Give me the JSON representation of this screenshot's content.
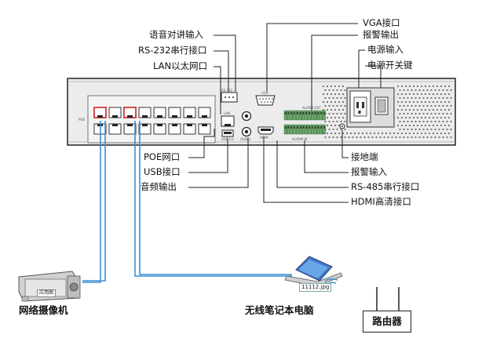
{
  "callouts": {
    "audio_talk_input": "语音对讲输入",
    "rs232": "RS-232串行接口",
    "lan": "LAN以太网口",
    "vga": "VGA接口",
    "alarm_out": "报警输出",
    "power_in": "电源输入",
    "power_switch": "电源开关键",
    "poe": "POE网口",
    "usb": "USB接口",
    "audio_out": "音频输出",
    "ground": "接地端",
    "alarm_in": "报警输入",
    "rs485": "RS-485串行接口",
    "hdmi": "HDMI高清接口"
  },
  "panel_marks": {
    "poe_tag": "POE",
    "rs232_tag": "RS-232",
    "lan_tag": "LAN",
    "vga_tag": "VGA",
    "alarm_out_tag": "ALARM OUT",
    "usb_tag": "USB 2.0",
    "audio_tag": "AUDIO",
    "hdmi_tag": "HDMI",
    "alarm_in_tag": "ALARM IN"
  },
  "devices": {
    "camera": "网络摄像机",
    "camera_sticker": "应用图",
    "laptop": "无线笔记本电脑",
    "laptop_file": "11112.jpg",
    "router": "路由器"
  }
}
